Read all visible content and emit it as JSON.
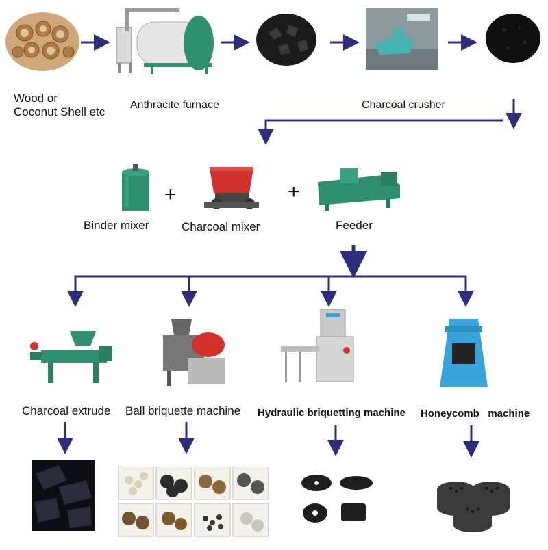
{
  "stages": {
    "raw": {
      "label_line1": "Wood or",
      "label_line2": "Coconut Shell etc"
    },
    "furnace": {
      "label": "Anthracite furnace"
    },
    "crusher": {
      "label": "Charcoal crusher"
    }
  },
  "mixing": {
    "binder": {
      "label": "Binder mixer"
    },
    "charcoal": {
      "label": "Charcoal mixer"
    },
    "feeder": {
      "label": "Feeder"
    },
    "plus1": "+",
    "plus2": "+"
  },
  "machines": {
    "extrude": {
      "label": "Charcoal extrude"
    },
    "ball": {
      "label": "Ball briquette machine"
    },
    "hydraulic": {
      "label": "Hydraulic briquetting machine"
    },
    "honeycomb": {
      "label": "Honeycomb   machine"
    }
  },
  "colors": {
    "arrow": "#2e2d7a",
    "machine_green": "#2f8f6e",
    "machine_blue": "#3aa3d9",
    "machine_red": "#d0312d",
    "charcoal": "#1b1b1b"
  }
}
